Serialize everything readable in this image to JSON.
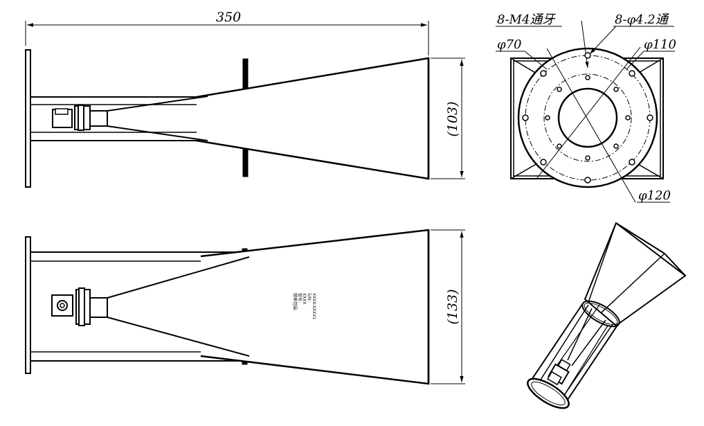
{
  "drawing": {
    "dimensions": {
      "overall_length": "350",
      "side_aperture": "(103)",
      "top_aperture": "(133)"
    },
    "flange_callouts": {
      "thread_holes": "8-M4通牙",
      "through_holes": "8-φ4.2通",
      "dia_70": "φ70",
      "dia_110": "φ110",
      "dia_120": "φ120"
    },
    "nameplate_lines": [
      "XXXX-XXXX1",
      "S/N:",
      "XXXX",
      "型号:",
      "频率范围:"
    ]
  },
  "colors": {
    "line": "#000000",
    "background": "#ffffff"
  }
}
